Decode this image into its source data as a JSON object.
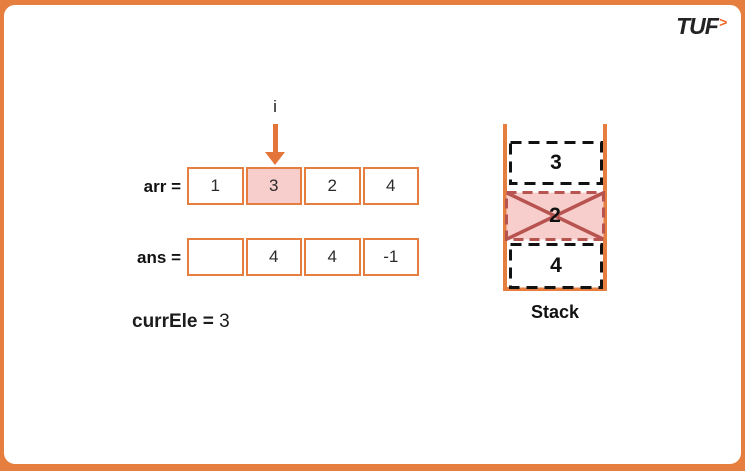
{
  "brand": {
    "logo_text": "TUF",
    "logo_chevron": ">"
  },
  "pointer": {
    "label": "i"
  },
  "arrays": {
    "arr": {
      "label": "arr =",
      "cells": [
        "1",
        "3",
        "2",
        "4"
      ],
      "highlighted_index": 1
    },
    "ans": {
      "label": "ans =",
      "cells": [
        "",
        "4",
        "4",
        "-1"
      ]
    }
  },
  "current_element": {
    "label": "currEle =",
    "value": "3"
  },
  "stack": {
    "label": "Stack",
    "items": [
      {
        "value": "3",
        "crossed": false
      },
      {
        "value": "2",
        "crossed": true
      },
      {
        "value": "4",
        "crossed": false
      }
    ]
  },
  "colors": {
    "frame_orange": "#e67e3f",
    "arrow_orange": "#e4753a",
    "highlight_pink": "#f8cecc",
    "crossed_red": "#b85450",
    "logo_chevron_orange": "#f26522",
    "text_black": "#1c1c1c"
  }
}
